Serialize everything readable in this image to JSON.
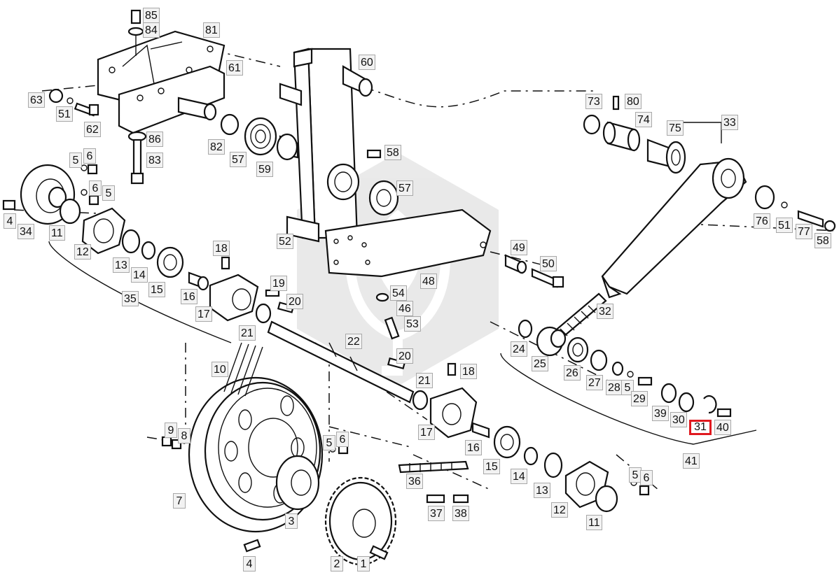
{
  "diagram": {
    "highlight_color": "#e0191f",
    "watermark_color": "#d8d8d8",
    "highlighted": "31",
    "callouts": [
      {
        "id": "85",
        "label": "85"
      },
      {
        "id": "84",
        "label": "84"
      },
      {
        "id": "81",
        "label": "81"
      },
      {
        "id": "61",
        "label": "61"
      },
      {
        "id": "63",
        "label": "63"
      },
      {
        "id": "51a",
        "label": "51"
      },
      {
        "id": "62",
        "label": "62"
      },
      {
        "id": "86",
        "label": "86"
      },
      {
        "id": "83",
        "label": "83"
      },
      {
        "id": "82",
        "label": "82"
      },
      {
        "id": "57a",
        "label": "57"
      },
      {
        "id": "59",
        "label": "59"
      },
      {
        "id": "60",
        "label": "60"
      },
      {
        "id": "58a",
        "label": "58"
      },
      {
        "id": "57b",
        "label": "57"
      },
      {
        "id": "52",
        "label": "52"
      },
      {
        "id": "48",
        "label": "48"
      },
      {
        "id": "54",
        "label": "54"
      },
      {
        "id": "46",
        "label": "46"
      },
      {
        "id": "53",
        "label": "53"
      },
      {
        "id": "49",
        "label": "49"
      },
      {
        "id": "50",
        "label": "50"
      },
      {
        "id": "73",
        "label": "73"
      },
      {
        "id": "80",
        "label": "80"
      },
      {
        "id": "74",
        "label": "74"
      },
      {
        "id": "75",
        "label": "75"
      },
      {
        "id": "33",
        "label": "33"
      },
      {
        "id": "76",
        "label": "76"
      },
      {
        "id": "51b",
        "label": "51"
      },
      {
        "id": "77",
        "label": "77"
      },
      {
        "id": "58b",
        "label": "58"
      },
      {
        "id": "32",
        "label": "32"
      },
      {
        "id": "24",
        "label": "24"
      },
      {
        "id": "25",
        "label": "25"
      },
      {
        "id": "26",
        "label": "26"
      },
      {
        "id": "27",
        "label": "27"
      },
      {
        "id": "28",
        "label": "28"
      },
      {
        "id": "5c",
        "label": "5"
      },
      {
        "id": "29",
        "label": "29"
      },
      {
        "id": "39",
        "label": "39"
      },
      {
        "id": "30",
        "label": "30"
      },
      {
        "id": "31",
        "label": "31"
      },
      {
        "id": "40",
        "label": "40"
      },
      {
        "id": "41",
        "label": "41"
      },
      {
        "id": "5a",
        "label": "5"
      },
      {
        "id": "6a",
        "label": "6"
      },
      {
        "id": "6b",
        "label": "6"
      },
      {
        "id": "5b",
        "label": "5"
      },
      {
        "id": "4a",
        "label": "4"
      },
      {
        "id": "34",
        "label": "34"
      },
      {
        "id": "11a",
        "label": "11"
      },
      {
        "id": "12a",
        "label": "12"
      },
      {
        "id": "13a",
        "label": "13"
      },
      {
        "id": "14a",
        "label": "14"
      },
      {
        "id": "15a",
        "label": "15"
      },
      {
        "id": "18a",
        "label": "18"
      },
      {
        "id": "19",
        "label": "19"
      },
      {
        "id": "16a",
        "label": "16"
      },
      {
        "id": "17a",
        "label": "17"
      },
      {
        "id": "20a",
        "label": "20"
      },
      {
        "id": "35",
        "label": "35"
      },
      {
        "id": "21a",
        "label": "21"
      },
      {
        "id": "22",
        "label": "22"
      },
      {
        "id": "10",
        "label": "10"
      },
      {
        "id": "20b",
        "label": "20"
      },
      {
        "id": "18b",
        "label": "18"
      },
      {
        "id": "21b",
        "label": "21"
      },
      {
        "id": "17b",
        "label": "17"
      },
      {
        "id": "16b",
        "label": "16"
      },
      {
        "id": "15b",
        "label": "15"
      },
      {
        "id": "14b",
        "label": "14"
      },
      {
        "id": "13b",
        "label": "13"
      },
      {
        "id": "12b",
        "label": "12"
      },
      {
        "id": "11b",
        "label": "11"
      },
      {
        "id": "5d",
        "label": "5"
      },
      {
        "id": "6c",
        "label": "6"
      },
      {
        "id": "36",
        "label": "36"
      },
      {
        "id": "37",
        "label": "37"
      },
      {
        "id": "38",
        "label": "38"
      },
      {
        "id": "9",
        "label": "9"
      },
      {
        "id": "8",
        "label": "8"
      },
      {
        "id": "5e",
        "label": "5"
      },
      {
        "id": "6d",
        "label": "6"
      },
      {
        "id": "7",
        "label": "7"
      },
      {
        "id": "3",
        "label": "3"
      },
      {
        "id": "4b",
        "label": "4"
      },
      {
        "id": "2",
        "label": "2"
      },
      {
        "id": "1",
        "label": "1"
      }
    ]
  }
}
